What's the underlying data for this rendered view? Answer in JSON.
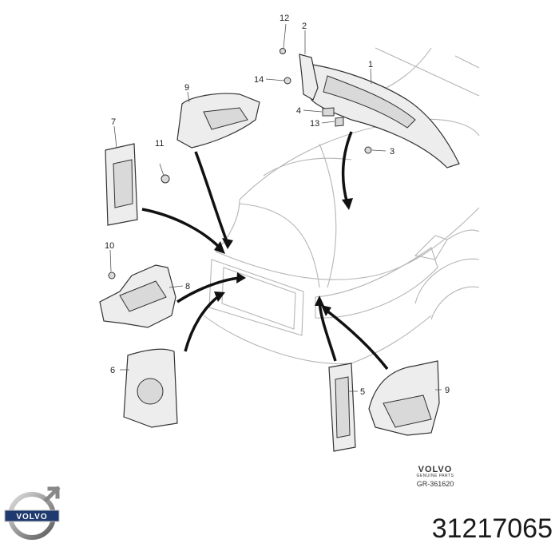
{
  "diagram": {
    "callouts": [
      {
        "id": "c1",
        "label": "1"
      },
      {
        "id": "c2",
        "label": "2"
      },
      {
        "id": "c3",
        "label": "3"
      },
      {
        "id": "c4",
        "label": "4"
      },
      {
        "id": "c5",
        "label": "5"
      },
      {
        "id": "c6",
        "label": "6"
      },
      {
        "id": "c7",
        "label": "7"
      },
      {
        "id": "c8",
        "label": "8"
      },
      {
        "id": "c9a",
        "label": "9"
      },
      {
        "id": "c9b",
        "label": "9"
      },
      {
        "id": "c10",
        "label": "10"
      },
      {
        "id": "c11",
        "label": "11"
      },
      {
        "id": "c12",
        "label": "12"
      },
      {
        "id": "c13",
        "label": "13"
      },
      {
        "id": "c14",
        "label": "14"
      }
    ]
  },
  "brand_mark": {
    "brand": "VOLVO",
    "subtitle": "GENUINE PARTS",
    "drawing_code": "GR-361620"
  },
  "logo": {
    "text": "VOLVO"
  },
  "part_number": "31217065"
}
